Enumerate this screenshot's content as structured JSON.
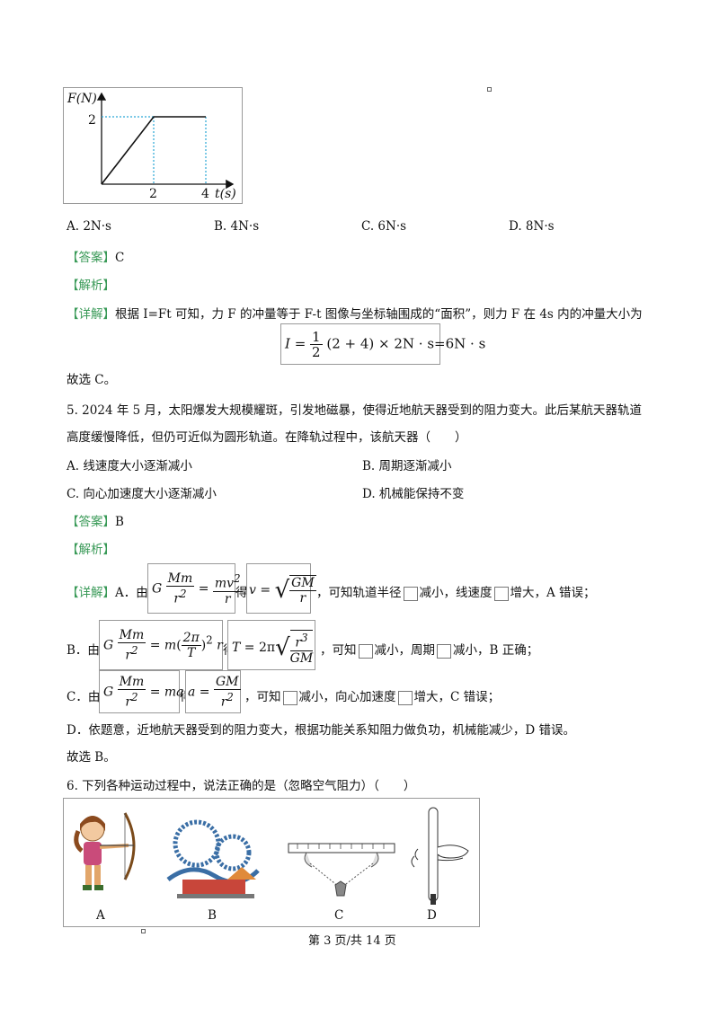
{
  "graph": {
    "y_axis_label": "F(N)",
    "x_axis_label": "t(s)",
    "y_tick": "2",
    "x_ticks": [
      "2",
      "4"
    ]
  },
  "chart_data": {
    "type": "line",
    "title": "",
    "xlabel": "t(s)",
    "ylabel": "F(N)",
    "x": [
      0,
      2,
      4
    ],
    "y": [
      0,
      2,
      2
    ],
    "xlim": [
      0,
      4.6
    ],
    "ylim": [
      0,
      2.8
    ],
    "grid": false
  },
  "q4_options": [
    "A. 2N·s",
    "B. 4N·s",
    "C. 6N·s",
    "D. 8N·s"
  ],
  "q4_answer": {
    "tag": "【答案】",
    "text": "C"
  },
  "q4_analysis_tag": "【解析】",
  "q4_detail": {
    "tag": "【详解】",
    "text": "根据 I=Ft 可知，力 F 的冲量等于 F-t 图像与坐标轴围成的“面积”，则力 F 在 4s 内的冲量大小为"
  },
  "q4_formula": {
    "lhs": "I =",
    "num": "1",
    "den": "2",
    "rhs": "(2 + 4) × 2N · s=6N · s"
  },
  "q4_choose": "故选 C。",
  "q5": {
    "stem_line1": "5. 2024 年 5 月，太阳爆发大规模耀斑，引发地磁暴，使得近地航天器受到的阻力变大。此后某航天器轨道",
    "stem_line2": "高度缓慢降低，但仍可近似为圆形轨道。在降轨过程中，该航天器（　　）",
    "options": [
      "A. 线速度大小逐渐减小",
      "B. 周期逐渐减小",
      "C. 向心加速度大小逐渐减小",
      "D. 机械能保持不变"
    ],
    "answer_tag": "【答案】",
    "answer": "B",
    "analysis_tag": "【解析】",
    "detail_tag": "【详解】",
    "lineA": {
      "prefix": "A．由",
      "mid": "得",
      "tail": "，可知轨道半径",
      "t2": "减小，线速度",
      "t3": "增大，A 错误；"
    },
    "lineB": {
      "prefix": "B．由",
      "mid": "得",
      "tail": "，可知",
      "t2": "减小，周期",
      "t3": "减小，B 正确；"
    },
    "lineC": {
      "prefix": "C．由",
      "mid": "得",
      "tail": "，可知",
      "t2": "减小，向心加速度",
      "t3": "增大，C 错误；"
    },
    "lineD": "D．依题意，近地航天器受到的阻力变大，根据功能关系知阻力做负功，机械能减少，D 错误。",
    "choose": "故选 B。"
  },
  "q6": {
    "stem": "6. 下列各种运动过程中，说法正确的是（忽略空气阻力）（　　）",
    "labels": [
      "A",
      "B",
      "C",
      "D"
    ]
  },
  "footer": "第 3 页/共 14 页"
}
